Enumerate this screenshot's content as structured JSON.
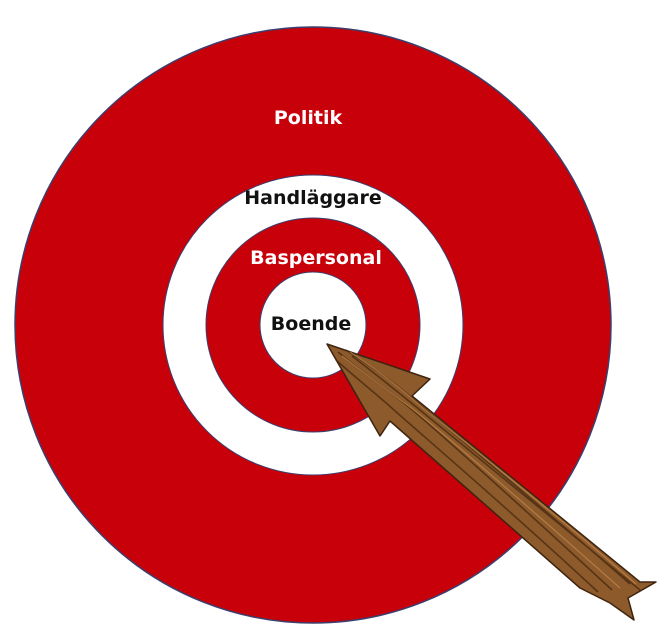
{
  "diagram": {
    "rings": [
      {
        "label": "Politik",
        "fill": "#c8000a",
        "text_color": "#ffffff"
      },
      {
        "label": "Handläggare",
        "fill": "#ffffff",
        "text_color": "#111111"
      },
      {
        "label": "Baspersonal",
        "fill": "#c8000a",
        "text_color": "#ffffff"
      },
      {
        "label": "Boende",
        "fill": "#ffffff",
        "text_color": "#111111"
      }
    ],
    "ring_outline": "#3a3f6e",
    "arrow": {
      "icon": "wooden-arrow-icon",
      "wood_light": "#a4703c",
      "wood_dark": "#5a3416"
    }
  }
}
